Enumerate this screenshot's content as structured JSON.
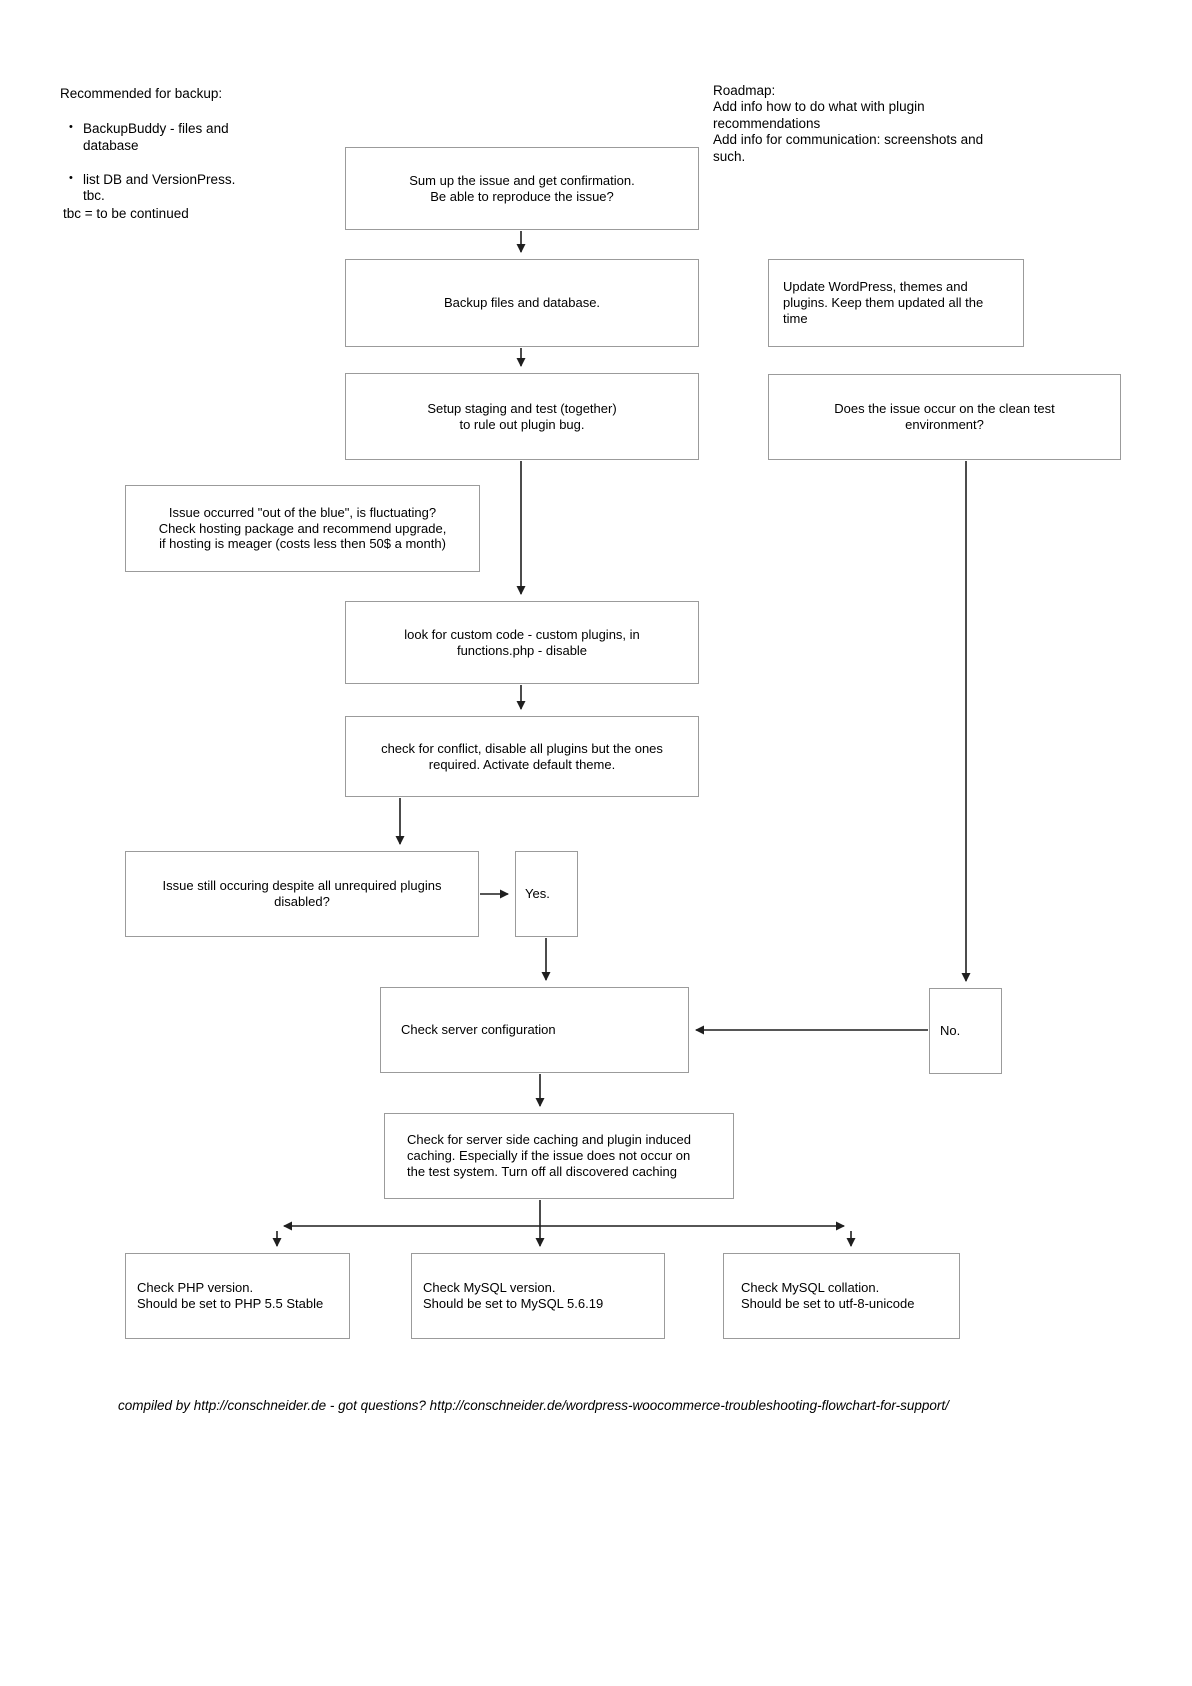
{
  "page": {
    "background": "#ffffff",
    "box_border_color": "#9b9b9b",
    "line_color": "#1f1f1f",
    "text_color": "#000000"
  },
  "annotations": {
    "backup_note": {
      "title": "Recommended for backup:",
      "bullet_char": "•",
      "bullets": [
        "BackupBuddy - files and\ndatabase",
        "list DB and VersionPress.\ntbc."
      ]
    },
    "tbc_note": "tbc = to be continued",
    "roadmap": "Roadmap:\nAdd info how to do what with plugin recommendations\nAdd info for communication: screenshots and such.",
    "footer": "compiled by http://conschneider.de - got questions? http://conschneider.de/wordpress-woocommerce-troubleshooting-flowchart-for-support/"
  },
  "nodes": {
    "sum_up": {
      "text": "Sum up the issue and get confirmation.\nBe able to reproduce the issue?"
    },
    "backup": {
      "text": "Backup files and database."
    },
    "update_wp": {
      "text": "Update WordPress, themes and\nplugins. Keep them updated all the\ntime"
    },
    "staging": {
      "text": "Setup staging and test (together)\nto rule out plugin bug."
    },
    "clean_env": {
      "text": "Does the issue occur on the clean test\nenvironment?"
    },
    "out_of_blue": {
      "text": "Issue occurred \"out of the blue\", is fluctuating?\nCheck hosting package and recommend upgrade,\nif hosting is meager (costs less then 50$ a month)"
    },
    "custom_code": {
      "text": "look for custom code - custom plugins, in\nfunctions.php - disable"
    },
    "conflict": {
      "text": "check for conflict, disable all plugins but the ones\nrequired. Activate default theme."
    },
    "still_occuring": {
      "text": "Issue still occuring despite all unrequired plugins\ndisabled?"
    },
    "yes": {
      "text": "Yes."
    },
    "no": {
      "text": "No."
    },
    "server_config": {
      "text": "Check server configuration"
    },
    "caching": {
      "text": "Check for server side caching and plugin induced\ncaching. Especially if the issue does not occur on\nthe test system. Turn off all discovered caching"
    },
    "php_version": {
      "text": "Check PHP version.\nShould be set to PHP 5.5 Stable"
    },
    "mysql_version": {
      "text": "Check MySQL version.\nShould be set to MySQL 5.6.19"
    },
    "mysql_collation": {
      "text": "Check MySQL collation.\nShould be set to utf-8-unicode"
    }
  }
}
